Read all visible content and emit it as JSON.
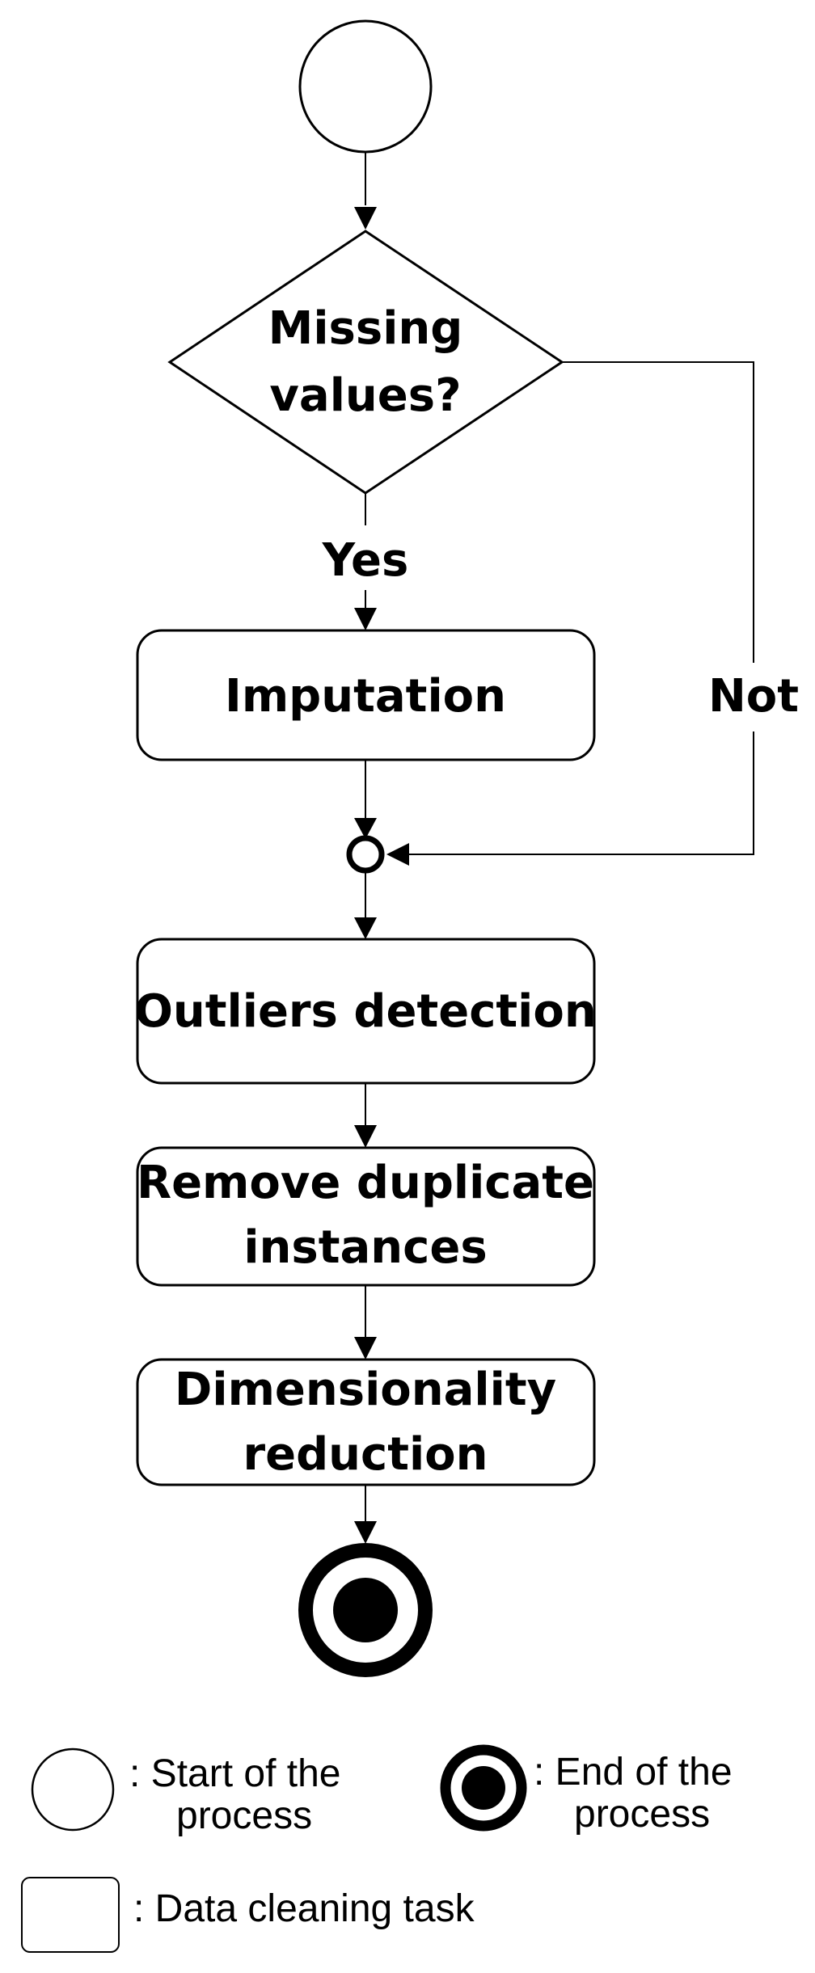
{
  "diagram": {
    "decision": {
      "line1": "Missing",
      "line2": "values?"
    },
    "edge_yes": "Yes",
    "edge_not": "Not",
    "tasks": {
      "imputation": "Imputation",
      "outliers": "Outliers detection",
      "duplicates_line1": "Remove duplicate",
      "duplicates_line2": "instances",
      "dimensionality_line1": "Dimensionality",
      "dimensionality_line2": "reduction"
    }
  },
  "legend": {
    "start_line1": ": Start of the",
    "start_line2": "process",
    "end_line1": ": End of the",
    "end_line2": "process",
    "task": ": Data cleaning task"
  }
}
